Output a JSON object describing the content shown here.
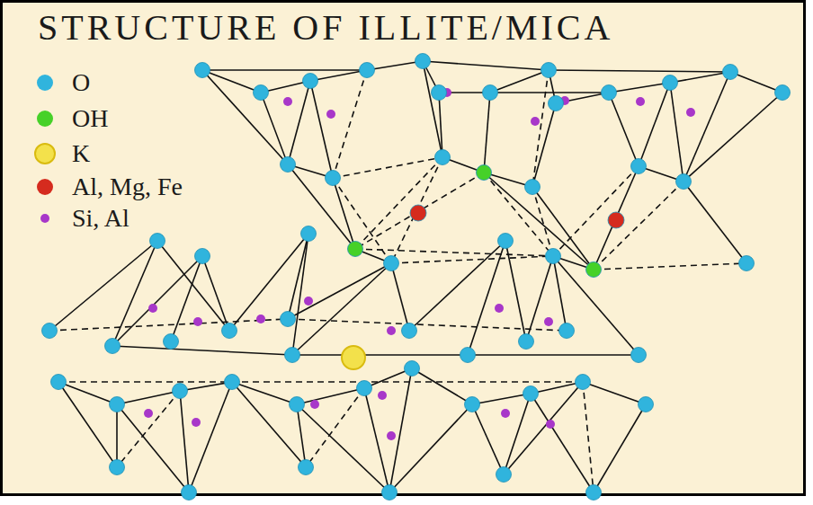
{
  "diagram": {
    "title": "STRUCTURE OF ILLITE/MICA",
    "legend": [
      {
        "text": "O",
        "color": "#30b4dd"
      },
      {
        "text": "OH",
        "color": "#46d128"
      },
      {
        "text": "K",
        "color": "#f3e14b"
      },
      {
        "text": "Al, Mg, Fe",
        "color": "#d52b1e"
      },
      {
        "text": "Si, Al",
        "color": "#a837c9"
      }
    ]
  }
}
